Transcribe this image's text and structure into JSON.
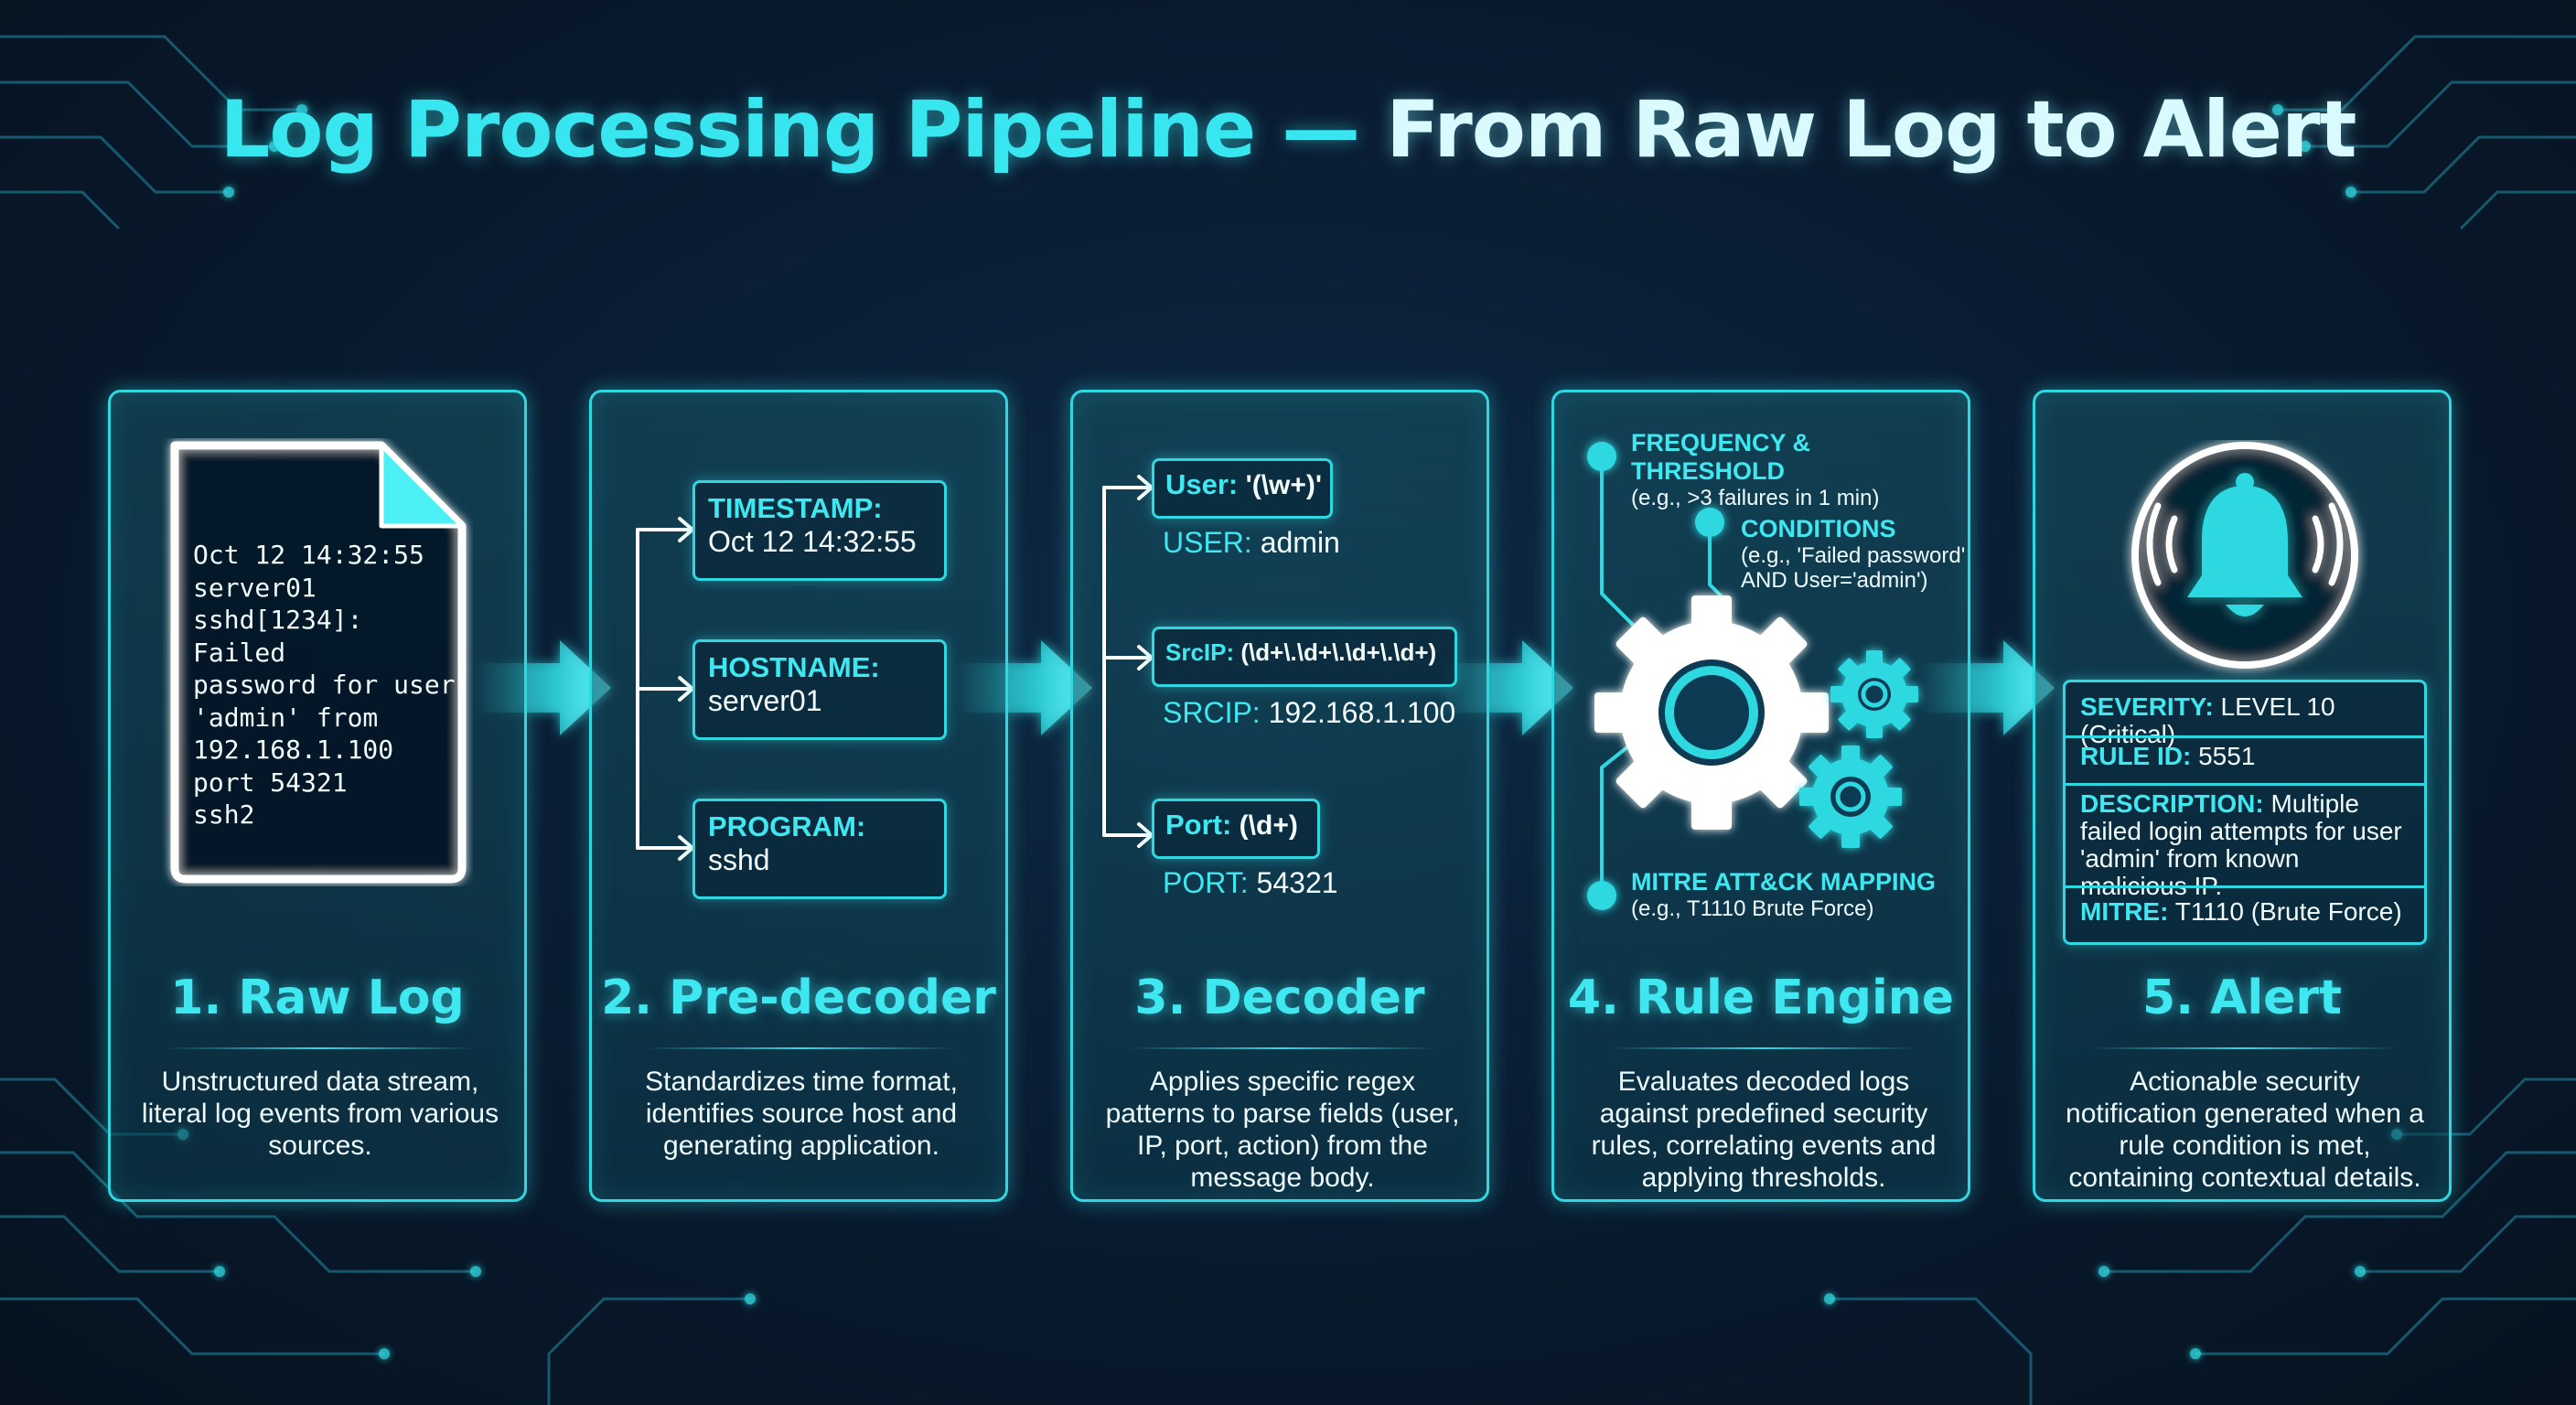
{
  "title": {
    "part1": "Log Processing Pipeline —",
    "part2": " From Raw Log to Alert"
  },
  "colors": {
    "accent": "#2fd8e0",
    "accent_text": "#3fe8f0",
    "background": "#0a1d33",
    "text": "#eefcff"
  },
  "stages": [
    {
      "heading": "1. Raw Log",
      "description": "Unstructured data stream, literal log events from various sources.",
      "icon": "document-icon",
      "raw_log": "Oct 12 14:32:55\nserver01\nsshd[1234]:\nFailed\npassword for user\n'admin' from\n192.168.1.100\nport 54321\nssh2"
    },
    {
      "heading": "2. Pre-decoder",
      "description": "Standardizes time format, identifies source host and generating application.",
      "fields": [
        {
          "label": "TIMESTAMP:",
          "value": "Oct 12 14:32:55"
        },
        {
          "label": "HOSTNAME:",
          "value": "server01"
        },
        {
          "label": "PROGRAM:",
          "value": "sshd"
        }
      ]
    },
    {
      "heading": "3. Decoder",
      "description": "Applies specific regex patterns to parse fields (user, IP, port, action) from the message body.",
      "patterns": [
        {
          "label": "User:",
          "regex": " '(\\w+)'",
          "result_key": "USER:",
          "result_value": " admin"
        },
        {
          "label": "SrcIP:",
          "regex": " (\\d+\\.\\d+\\.\\d+\\.\\d+)",
          "result_key": "SRCIP:",
          "result_value": " 192.168.1.100"
        },
        {
          "label": "Port:",
          "regex": " (\\d+)",
          "result_key": "PORT:",
          "result_value": " 54321"
        }
      ]
    },
    {
      "heading": "4. Rule Engine",
      "description": "Evaluates decoded logs against predefined security rules, correlating events and applying thresholds.",
      "icon": "gears-icon",
      "rules": [
        {
          "label": "FREQUENCY & THRESHOLD",
          "sub": "(e.g., >3 failures in 1 min)"
        },
        {
          "label": "CONDITIONS",
          "sub1": "(e.g., 'Failed password'",
          "sub2": "AND User='admin')"
        },
        {
          "label": "MITRE ATT&CK MAPPING",
          "sub": "(e.g., T1110 Brute Force)"
        }
      ]
    },
    {
      "heading": "5. Alert",
      "description": "Actionable security notification generated when a rule condition is met, containing contextual details.",
      "icon": "bell-icon",
      "alert": {
        "severity_label": "SEVERITY:",
        "severity_value": " LEVEL 10 (Critical)",
        "rule_label": "RULE ID:",
        "rule_value": " 5551",
        "description_label": "DESCRIPTION:",
        "description_value": " Multiple failed login attempts for user 'admin' from known malicious IP.",
        "mitre_label": "MITRE:",
        "mitre_value": " T1110 (Brute Force)"
      }
    }
  ]
}
